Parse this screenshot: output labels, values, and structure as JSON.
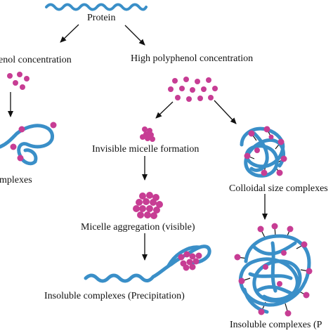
{
  "labels": {
    "protein": "Protein",
    "low_polyphenol": "enol concentration",
    "high_polyphenol": "High polyphenol concentration",
    "invisible_micelle": "Invisible micelle formation",
    "micelle_aggregation": "Micelle aggregation (visible)",
    "insoluble_precipitation": "Insoluble complexes (Precipitation)",
    "colloidal_size": "Colloidal size complexes",
    "soluble_complexes_partial": "mplexes",
    "insoluble_complexes_right": "Insoluble complexes (P"
  },
  "colors": {
    "protein_strand": "#3a8fc8",
    "polyphenol": "#c73d94",
    "arrow": "#111111",
    "link": "#111111"
  }
}
